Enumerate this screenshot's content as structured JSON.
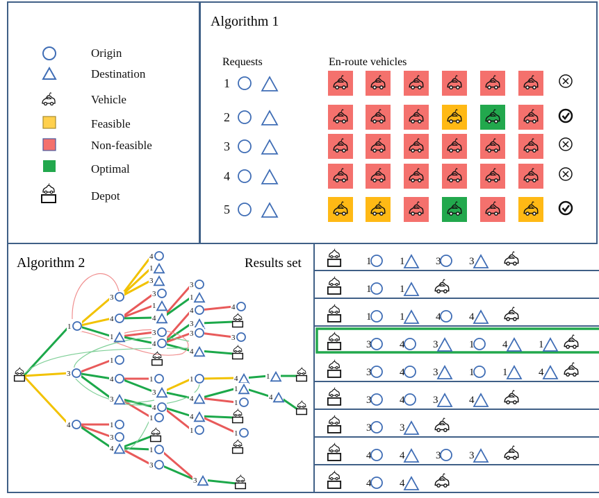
{
  "legend": {
    "items": [
      {
        "icon": "origin-circle-icon",
        "label": "Origin"
      },
      {
        "icon": "destination-triangle-icon",
        "label": "Destination"
      },
      {
        "icon": "vehicle-icon",
        "label": "Vehicle"
      },
      {
        "icon": "feasible-square-icon",
        "label": "Feasible",
        "color": "#FFD04D"
      },
      {
        "icon": "non-feasible-square-icon",
        "label": "Non-feasible",
        "color": "#F4716D"
      },
      {
        "icon": "optimal-square-icon",
        "label": "Optimal",
        "color": "#22A84D"
      },
      {
        "icon": "depot-icon",
        "label": "Depot"
      }
    ]
  },
  "algorithm1": {
    "title": "Algorithm 1",
    "requests_header": "Requests",
    "vehicles_header": "En-route vehicles",
    "rows": [
      {
        "id": "1",
        "cells": [
          "N",
          "N",
          "N",
          "N",
          "N",
          "N"
        ],
        "result": "reject"
      },
      {
        "id": "2",
        "cells": [
          "N",
          "N",
          "N",
          "F",
          "O",
          "N"
        ],
        "result": "accept"
      },
      {
        "id": "3",
        "cells": [
          "N",
          "N",
          "N",
          "N",
          "N",
          "N"
        ],
        "result": "reject"
      },
      {
        "id": "4",
        "cells": [
          "N",
          "N",
          "N",
          "N",
          "N",
          "N"
        ],
        "result": "reject"
      },
      {
        "id": "5",
        "cells": [
          "F",
          "F",
          "N",
          "O",
          "N",
          "F"
        ],
        "result": "accept"
      }
    ],
    "colors": {
      "F": "#FFB915",
      "N": "#F4716D",
      "O": "#22A84D"
    }
  },
  "algorithm2": {
    "title": "Algorithm 2",
    "results_title": "Results set"
  },
  "results": {
    "rows": [
      {
        "items": [
          "depot",
          "1O",
          "1T",
          "3O",
          "3T",
          "vehicle"
        ],
        "highlight": false
      },
      {
        "items": [
          "depot",
          "1O",
          "1T",
          "vehicle"
        ],
        "highlight": false
      },
      {
        "items": [
          "depot",
          "1O",
          "1T",
          "4O",
          "4T",
          "vehicle"
        ],
        "highlight": false
      },
      {
        "items": [
          "depot",
          "3O",
          "4O",
          "3T",
          "1O",
          "4T",
          "1T",
          "vehicle"
        ],
        "highlight": true
      },
      {
        "items": [
          "depot",
          "3O",
          "4O",
          "3T",
          "1O",
          "1T",
          "4T",
          "vehicle"
        ],
        "highlight": false
      },
      {
        "items": [
          "depot",
          "3O",
          "4O",
          "3T",
          "4T",
          "vehicle"
        ],
        "highlight": false
      },
      {
        "items": [
          "depot",
          "3O",
          "3T",
          "vehicle"
        ],
        "highlight": false
      },
      {
        "items": [
          "depot",
          "4O",
          "4T",
          "3O",
          "3T",
          "vehicle"
        ],
        "highlight": false
      },
      {
        "items": [
          "depot",
          "4O",
          "4T",
          "vehicle"
        ],
        "highlight": false
      }
    ],
    "highlight_color": "#22A84D"
  }
}
